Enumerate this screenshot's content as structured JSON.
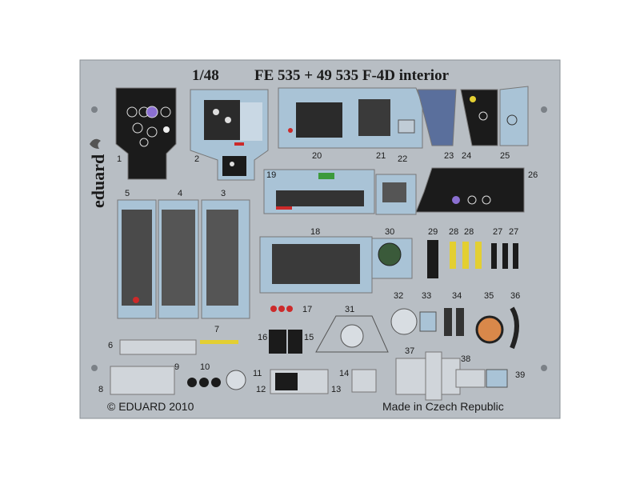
{
  "header": {
    "scale": "1/48",
    "title": "FE 535 + 49 535  F-4D interior"
  },
  "brand": "eduard",
  "footer": {
    "copyright": "© EDUARD 2010",
    "origin": "Made in Czech Republic"
  },
  "part_numbers": {
    "p1": "1",
    "p2": "2",
    "p3": "3",
    "p4": "4",
    "p5": "5",
    "p6": "6",
    "p7": "7",
    "p8": "8",
    "p9": "9",
    "p10": "10",
    "p11": "11",
    "p12": "12",
    "p13": "13",
    "p14": "14",
    "p15": "15",
    "p16": "16",
    "p17": "17",
    "p18": "18",
    "p19": "19",
    "p20": "20",
    "p21": "21",
    "p22": "22",
    "p23": "23",
    "p24": "24",
    "p25": "25",
    "p26": "26",
    "p27a": "27",
    "p27b": "27",
    "p28a": "28",
    "p28b": "28",
    "p29": "29",
    "p30": "30",
    "p31": "31",
    "p32": "32",
    "p33": "33",
    "p34": "34",
    "p35": "35",
    "p36": "36",
    "p37": "37",
    "p38": "38",
    "p39": "39"
  },
  "colors": {
    "fret": "#b8bec4",
    "panel_blue": "#a9c3d6",
    "panel_black": "#1b1b1b",
    "accent_yellow": "#e3cf32",
    "accent_red": "#cc2a2a",
    "accent_green": "#3c9a3c",
    "accent_orange": "#d9884a"
  }
}
